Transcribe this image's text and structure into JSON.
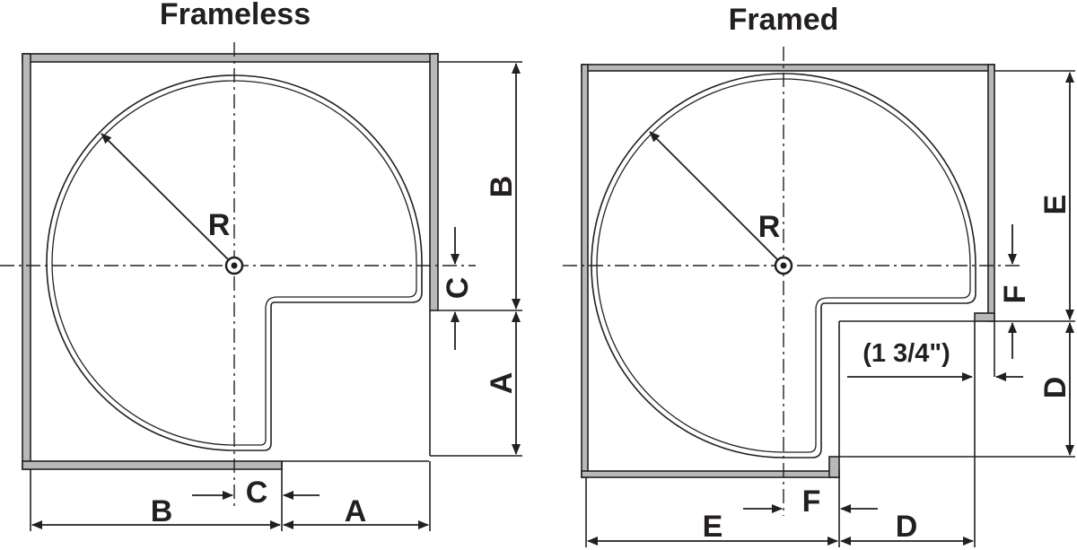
{
  "diagrams": [
    {
      "title": "Frameless",
      "labels": {
        "radius": "R",
        "b_vertical": "B",
        "c_vertical": "C",
        "a_vertical": "A",
        "b_bottom": "B",
        "c_bottom": "C",
        "a_bottom": "A"
      }
    },
    {
      "title": "Framed",
      "labels": {
        "radius": "R",
        "e_vertical": "E",
        "f_vertical": "F",
        "d_vertical": "D",
        "face_frame_note": "(1 3/4\")",
        "e_bottom": "E",
        "f_bottom": "F",
        "d_bottom": "D"
      }
    }
  ]
}
